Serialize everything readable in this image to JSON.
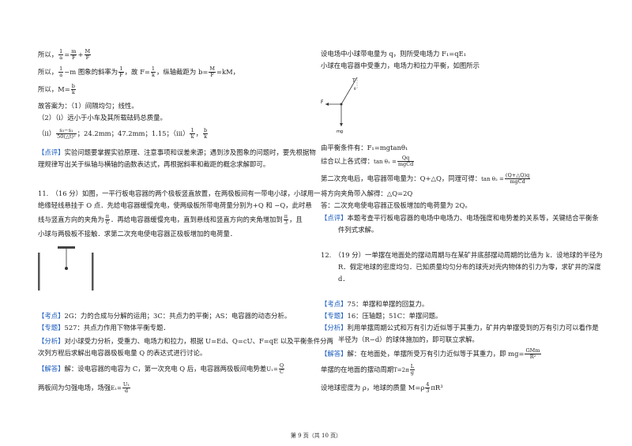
{
  "left": {
    "l1_pre": "所以，",
    "l1_f1n": "1",
    "l1_f1d": "a",
    "l1_eq": "=",
    "l1_f2n": "m",
    "l1_f2d": "F",
    "l1_plus": "+",
    "l1_f3n": "M",
    "l1_f3d": "F",
    "l2_pre": "所以，",
    "l2_f1n": "1",
    "l2_f1d": "a",
    "l2_mid": "−m 图象的斜率为",
    "l2_f2n": "1",
    "l2_f2d": "F",
    "l2_mid2": "，故 F=",
    "l2_f3n": "1",
    "l2_f3d": "k",
    "l2_end": "，纵轴截距为 b=",
    "l2_f4n": "M",
    "l2_f4d": "F",
    "l2_tail": "=kM，",
    "l3_pre": "所以，M=",
    "l3_fn": "b",
    "l3_fd": "k",
    "l4": "故答案为：（1）间隔均匀；线性。",
    "l5": "（2）（i）远小于小车及其所载砝码总质量。",
    "l6_pre": "（ii）",
    "l6_fn": "s₃−s₁",
    "l6_fd": "50(△t)²",
    "l6_mid": "；24.2mm；47.2mm；1.15；（iii）",
    "l6_f2n": "1",
    "l6_f2d": "k",
    "l6_sep": "，",
    "l6_f3n": "b",
    "l6_f3d": "k",
    "dp_tag": "【点评】",
    "dp_text1": "实验问题要掌握实验原理、注意事项和误差来源；遇到涉及图象的问题时，要先根据物",
    "dp_text2": "理规律写出关于纵轴与横轴的函数表达式，再根据斜率和截距的概念求解即可。",
    "q11_1": "11.　（16 分）如图，一平行板电容器的两个极板竖直放置，在两极板间有一带电小球，小球用一",
    "q11_2": "绝缘轻线悬挂于 O 点．先给电容器缓慢充电，使两级板所带电荷量分别为+Q 和 −Q，此时悬",
    "q11_3_pre": "线与竖直方向的夹角为",
    "q11_3_fn": "π",
    "q11_3_fd": "6",
    "q11_3_mid": "．再给电容器缓慢充电，直到悬线和竖直方向的夹角增加到",
    "q11_3_f2n": "π",
    "q11_3_f2d": "3",
    "q11_3_end": "，且",
    "q11_4": "小球与两极板不接触．求第二次充电使电容器正极板增加的电荷量．",
    "kd_tag": "【考点】",
    "kd_text": "2G：力的合成与分解的运用；3C：共点力的平衡；AS：电容器的动态分析。",
    "zt_tag": "【专题】",
    "zt_text": "527：共点力作用下物体平衡专题．",
    "fx_tag": "【分析】",
    "fx_text1": "对小球受力分析，受重力、电场力和拉力，根据 U=Ed、Q=cU、F=qE 以及平衡条件分两",
    "fx_text2": "次列方程后求解出电容器极板电量 Q 的表达式进行讨论。",
    "jd_tag": "【解答】",
    "jd_text1": "解：设电容器的电容为 C，第一次充电 Q 后，电容器两极板间电势差",
    "jd_u": "U₁=",
    "jd_ufn": "Q",
    "jd_ufd": "C",
    "jd_text2": "两板间为匀强电场，场强",
    "jd_e": "E₁=",
    "jd_efn": "U₁",
    "jd_efd": "d"
  },
  "right": {
    "r1": "设电场中小球带电量为 q，则所受电场力 F₁=qE₁",
    "r2": "小球在电容器中受重力，电场力和拉力平衡，如图所示",
    "fig_t": "T",
    "fig_f": "F",
    "fig_mg": "mg",
    "fig_angle": "θ",
    "r3": "由平衡条件有：F₁=mgtanθ₁",
    "r4_pre": "综合以上各式得：",
    "r4_eq": "tan θ₁ =",
    "r4_fn": "Qq",
    "r4_fd": "mgCd",
    "r5_pre": "第二次充电后，电容器带电量为：Q+△Q，同理可得：",
    "r5_eq": "tan θ₂ =",
    "r5_fn": "(Q+△Q)q",
    "r5_fd": "mgCd",
    "r6": "将方向夹角带入解得：△Q=2Q",
    "r7": "答：二次充电使电容器正极板增加的电荷量为 2Q。",
    "dp_tag": "【点评】",
    "dp_text1": "本题考查平行板电容器的电场中电场力、电场强度和电势差的关系等，关键结合平衡条",
    "dp_text2": "件列式求解。",
    "q12_1": "12.　（19 分）一单摆在地面处的摆动周期与在某矿井底部摆动周期的比值为 k．设地球的半径为",
    "q12_2": "R．假定地球的密度均匀．已知质量均匀分布的球壳对壳内物体的引力为零，求矿井的深度",
    "q12_3": "d．",
    "kd_tag": "【考点】",
    "kd_text": "75：单摆和单摆的回复力。",
    "zt_tag": "【专题】",
    "zt_text": "16：压轴题；51C：单摆问题。",
    "fx_tag": "【分析】",
    "fx_text1": "利用单摆周期公式和万有引力近似等于其重力，矿井内单摆受到的万有引力可以看作是",
    "fx_text2": "半径为（R−d）的球体施加的，即可联立求解。",
    "jd_tag": "【解答】",
    "jd_text1": "解：在地面处，单摆所受万有引力近似等于其重力，即 mg=",
    "jd_fn": "GMm",
    "jd_fd": "R²",
    "r_t_pre": "单摆的在地面的摆动周期",
    "r_t": "T=2π",
    "r_t_fn": "L",
    "r_t_fd": "g",
    "r_rho_pre": "设地球密度为 ρ，地球的质量 M=ρ",
    "r_rho_fn": "4",
    "r_rho_fd": "3",
    "r_rho_end": "πR³"
  },
  "footer": "第 9 页（共 10 页）"
}
